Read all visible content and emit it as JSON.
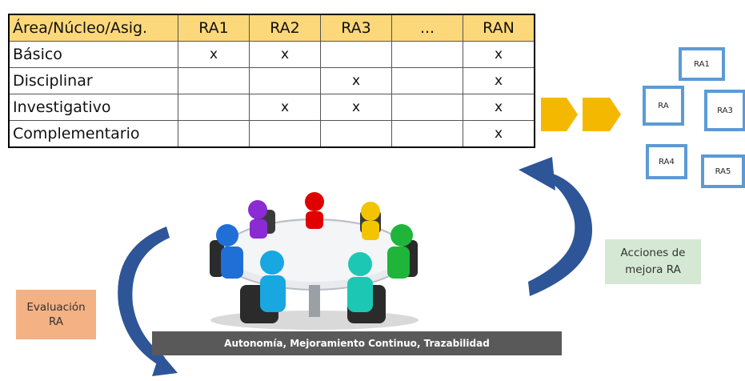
{
  "matrix": {
    "headers": [
      "Área/Núcleo/Asig.",
      "RA1",
      "RA2",
      "RA3",
      "...",
      "RAN"
    ],
    "rows": [
      {
        "label": "Básico",
        "cells": [
          "x",
          "x",
          "",
          "",
          "x"
        ]
      },
      {
        "label": "Disciplinar",
        "cells": [
          "",
          "",
          "x",
          "",
          "x"
        ]
      },
      {
        "label": "Investigativo",
        "cells": [
          "",
          "x",
          "x",
          "",
          "x"
        ]
      },
      {
        "label": "Complementario",
        "cells": [
          "",
          "",
          "",
          "",
          "x"
        ]
      }
    ]
  },
  "ra_boxes": [
    "RA1",
    "RA",
    "RA3",
    "RA4",
    "RA5"
  ],
  "evaluation_label": "Evaluación\nRA",
  "actions_label": "Acciones de\nmejora RA",
  "banner_text": "Autonomía, Mejoramiento Continuo, Trazabilidad",
  "colors": {
    "table_header": "#fdd87a",
    "chevron": "#f5b800",
    "ra_border": "#5b9bd5",
    "arrow": "#2e5597",
    "evaluation_box": "#f4b183",
    "actions_box": "#d5e8d4",
    "banner": "#595959"
  }
}
